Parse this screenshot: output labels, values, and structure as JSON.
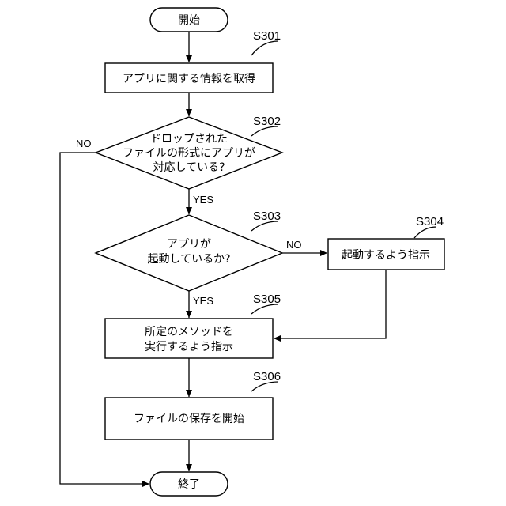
{
  "start": {
    "label": "開始"
  },
  "end": {
    "label": "終了"
  },
  "steps": {
    "s301": {
      "id": "S301",
      "label": "アプリに関する情報を取得"
    },
    "s302": {
      "id": "S302",
      "lines": [
        "ドロップされた",
        "ファイルの形式にアプリが",
        "対応している?"
      ]
    },
    "s303": {
      "id": "S303",
      "lines": [
        "アプリが",
        "起動しているか?"
      ]
    },
    "s304": {
      "id": "S304",
      "label": "起動するよう指示"
    },
    "s305": {
      "id": "S305",
      "lines": [
        "所定のメソッドを",
        "実行するよう指示"
      ]
    },
    "s306": {
      "id": "S306",
      "label": "ファイルの保存を開始"
    }
  },
  "branches": {
    "s302_yes": "YES",
    "s302_no": "NO",
    "s303_yes": "YES",
    "s303_no": "NO"
  }
}
